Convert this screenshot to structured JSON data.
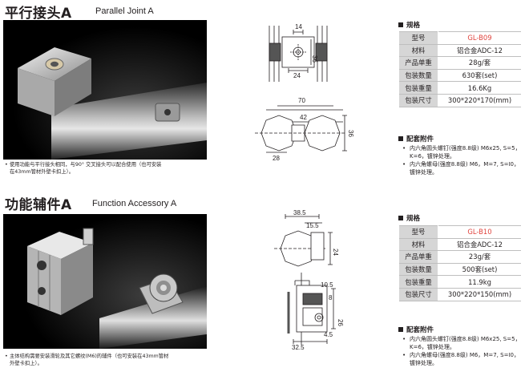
{
  "section1": {
    "title_cn": "平行接头A",
    "title_en": "Parallel Joint A",
    "caption_lines": [
      "使用功能与平行接头相同，与90° 交叉接头可以配合使用（也可安装",
      "在43mm管材外壁卡扣上）。"
    ],
    "dims": {
      "d14": "14",
      "d24": "24",
      "d36": "36",
      "d70": "70",
      "d42": "42",
      "d28": "28",
      "d36b": "36"
    },
    "spec_title": "规格",
    "spec": [
      {
        "key": "型号",
        "value": "GL-B09",
        "accent": true
      },
      {
        "key": "材料",
        "value": "铝合金ADC-12"
      },
      {
        "key": "产品单重",
        "value": "28g/套"
      },
      {
        "key": "包装数量",
        "value": "630套(set)"
      },
      {
        "key": "包装重量",
        "value": "16.6Kg"
      },
      {
        "key": "包装尺寸",
        "value": "300*220*170(mm)"
      }
    ],
    "acc_title": "配套附件",
    "accessories": [
      "内六角圆头螺钉(强度8.8级) M6x25, S=5，K=6，镀锌处理。",
      "内六角螺母(强度8.8级) M6，M=7, S=I0，镀锌处理。"
    ]
  },
  "section2": {
    "title_cn": "功能辅件A",
    "title_en": "Function Accessory A",
    "caption_lines": [
      "主体结构需要安装滑轮及其它螺纹(M6)的辅件（也可安装在43mm管材",
      "外壁卡扣上）。"
    ],
    "dims": {
      "d38_5": "38.5",
      "d15_5": "15.5",
      "d24": "24",
      "d10_5": "10.5",
      "d8": "8",
      "d26": "26",
      "d32_5": "32.5",
      "d4_5": "4.5"
    },
    "spec_title": "规格",
    "spec": [
      {
        "key": "型号",
        "value": "GL-B10",
        "accent": true
      },
      {
        "key": "材料",
        "value": "铝合金ADC-12"
      },
      {
        "key": "产品单重",
        "value": "23g/套"
      },
      {
        "key": "包装数量",
        "value": "500套(set)"
      },
      {
        "key": "包装重量",
        "value": "11.9kg"
      },
      {
        "key": "包装尺寸",
        "value": "300*220*150(mm)"
      }
    ],
    "acc_title": "配套附件",
    "accessories": [
      "内六角圆头螺钉(强度8.8级) M6x25, S=5，K=6，镀锌处理。",
      "内六角螺母(强度8.8级) M6，M=7, S=I0，镀锌处理。"
    ]
  },
  "colors": {
    "accent": "#e0443e",
    "key_bg": "#d6d6d6",
    "photo_bg": "#000000"
  },
  "icons": [
    "square-bullet-icon",
    "circle-bullet-icon"
  ]
}
